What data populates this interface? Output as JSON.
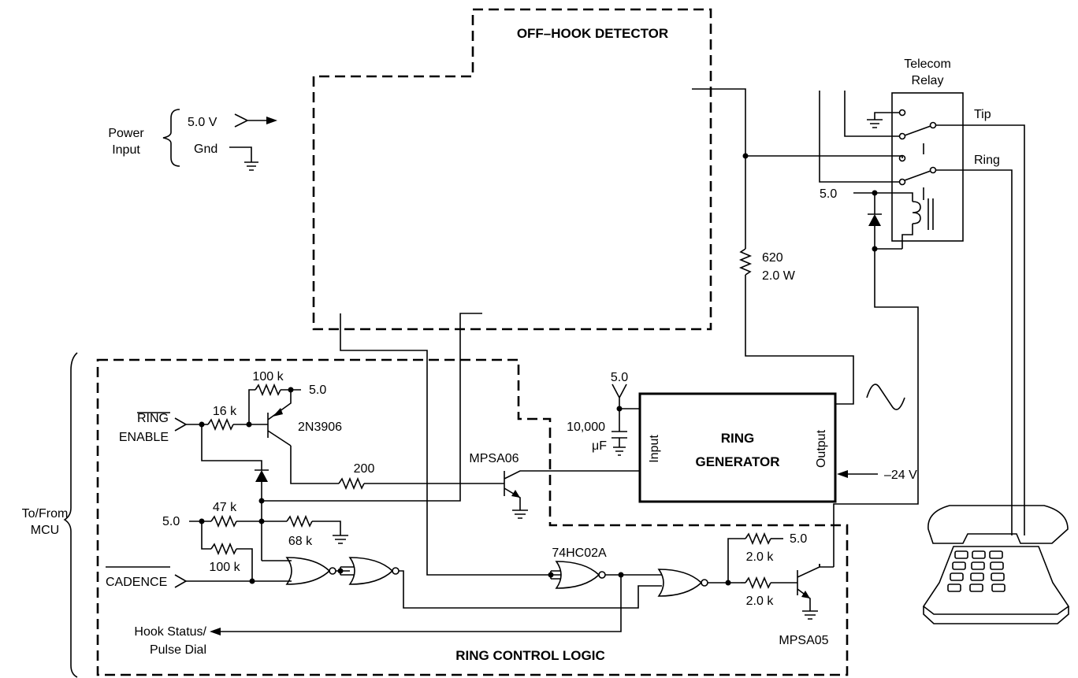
{
  "blocks": {
    "off_hook_detector": "OFF–HOOK DETECTOR",
    "ring_control_logic": "RING CONTROL LOGIC",
    "ring_generator_line1": "RING",
    "ring_generator_line2": "GENERATOR",
    "ring_generator_input": "Input",
    "ring_generator_output": "Output"
  },
  "power": {
    "title_line1": "Power",
    "title_line2": "Input",
    "v5": "5.0 V",
    "gnd": "Gnd"
  },
  "relay": {
    "title_line1": "Telecom",
    "title_line2": "Relay",
    "tip": "Tip",
    "ring": "Ring",
    "supply": "5.0"
  },
  "resistor_620": {
    "value": "620",
    "rating": "2.0 W"
  },
  "side_label": {
    "line1": "To/From",
    "line2": "MCU"
  },
  "signals": {
    "ring": "RING",
    "enable": "ENABLE",
    "cadence": "CADENCE",
    "hook_status_line1": "Hook Status/",
    "hook_status_line2": "Pulse Dial",
    "neg24": "–24 V"
  },
  "components": {
    "r100k_top": "100 k",
    "supply_top": "5.0",
    "r16k": "16 k",
    "q_2n3906": "2N3906",
    "r200": "200",
    "q_mpsa06": "MPSA06",
    "cap_supply": "5.0",
    "cap_value": "10,000",
    "cap_unit": "μF",
    "r47k": "47 k",
    "supply_left": "5.0",
    "r68k": "68 k",
    "r100k_bottom": "100 k",
    "gate_74hc02a": "74HC02A",
    "supply_right": "5.0",
    "r2k_top": "2.0 k",
    "r2k_bottom": "2.0 k",
    "q_mpsa05": "MPSA05"
  }
}
